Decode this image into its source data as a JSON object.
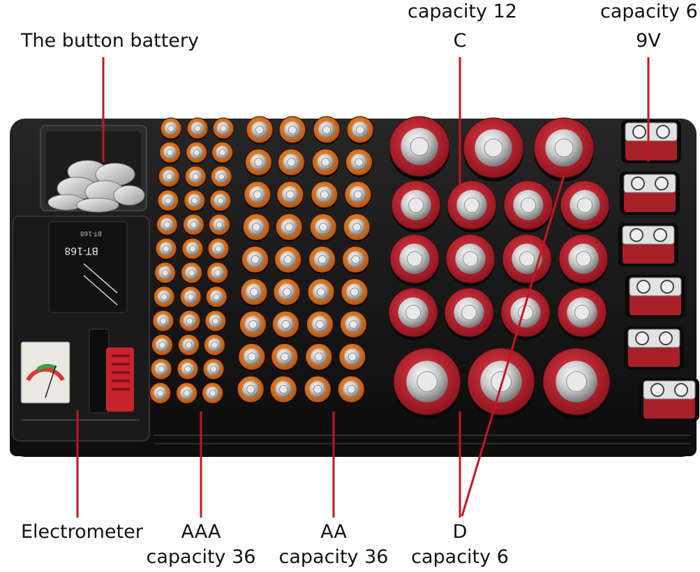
{
  "callouts": {
    "button_battery": "The button battery",
    "electrometer": "Electrometer",
    "aaa": {
      "type": "AAA",
      "capacity": "capacity 36"
    },
    "aa": {
      "type": "AA",
      "capacity": "capacity 36"
    },
    "c": {
      "capacity": "capacity 12",
      "type": "C"
    },
    "d": {
      "type": "D",
      "capacity": "capacity 6"
    },
    "nine_volt": {
      "capacity": "capacity 6",
      "type": "9V"
    }
  },
  "tester": {
    "model": "BT-168",
    "model_mirrored": "BT-168"
  },
  "colors": {
    "leader_line": "#c8141e",
    "tray": "#151515",
    "aaa_aa_body": "#d8721c",
    "c_d_body": "#c0202e",
    "nine_volt_body": "#a82028"
  }
}
